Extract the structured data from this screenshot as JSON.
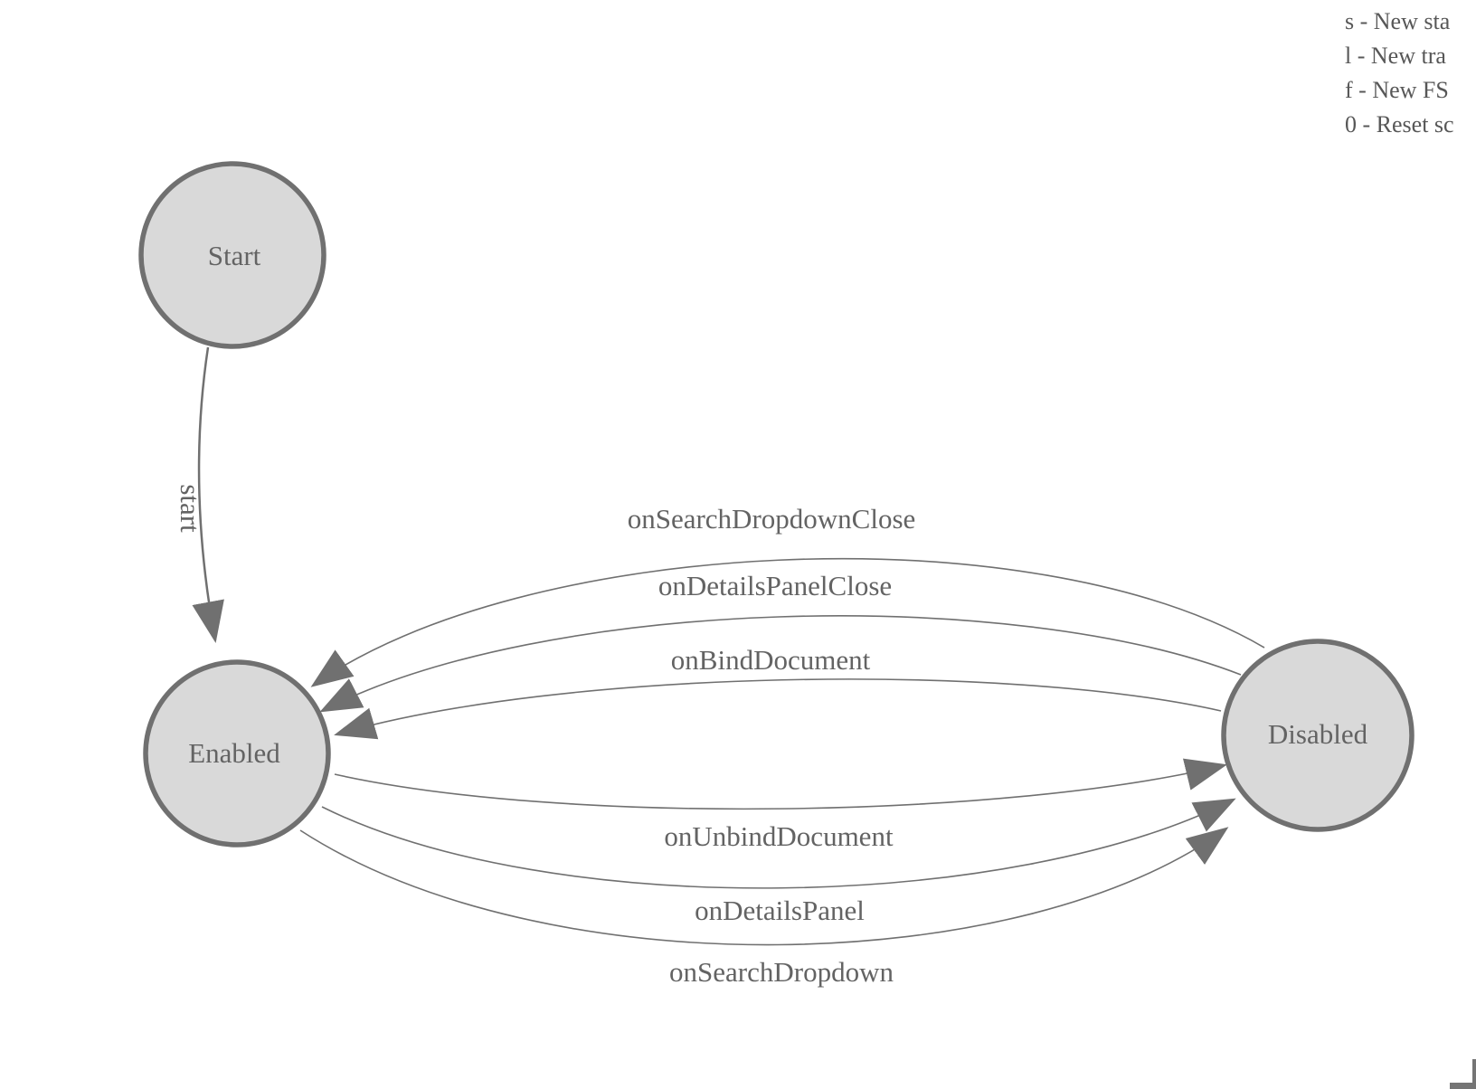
{
  "legend": {
    "lines": [
      "s - New sta",
      "l - New tra",
      "f - New FS",
      "0 - Reset sc"
    ]
  },
  "diagram": {
    "type": "state-machine",
    "states": [
      {
        "id": "start",
        "label": "Start"
      },
      {
        "id": "enabled",
        "label": "Enabled"
      },
      {
        "id": "disabled",
        "label": "Disabled"
      }
    ],
    "transitions": [
      {
        "from": "Start",
        "to": "Enabled",
        "label": "start"
      },
      {
        "from": "Disabled",
        "to": "Enabled",
        "label": "onSearchDropdownClose"
      },
      {
        "from": "Disabled",
        "to": "Enabled",
        "label": "onDetailsPanelClose"
      },
      {
        "from": "Disabled",
        "to": "Enabled",
        "label": "onBindDocument"
      },
      {
        "from": "Enabled",
        "to": "Disabled",
        "label": "onUnbindDocument"
      },
      {
        "from": "Enabled",
        "to": "Disabled",
        "label": "onDetailsPanel"
      },
      {
        "from": "Enabled",
        "to": "Disabled",
        "label": "onSearchDropdown"
      }
    ],
    "colors": {
      "node_fill": "#d9d9d9",
      "node_stroke": "#707070",
      "edge_stroke": "#707070",
      "arrow_fill": "#707070",
      "label_text": "#636363",
      "legend_text": "#575757"
    }
  }
}
